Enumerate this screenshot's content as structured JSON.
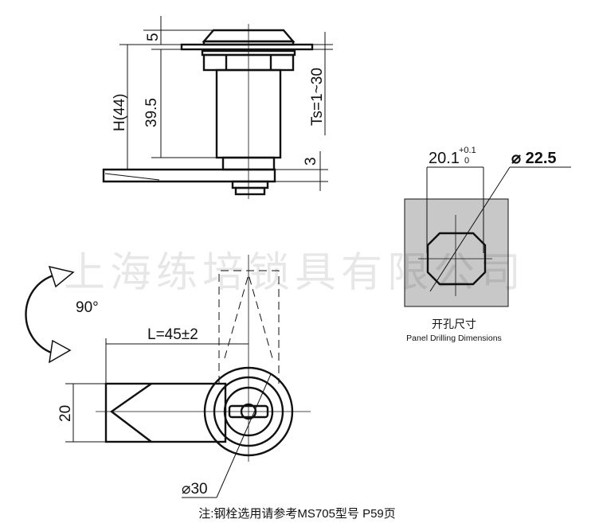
{
  "top_view": {
    "dim_cap": "5",
    "dim_body": "39.5",
    "dim_height": "H(44)",
    "dim_thickness": "Ts=1~30",
    "dim_cam": "3"
  },
  "front_view": {
    "rotation": "90°",
    "length": "L=45±2",
    "width": "20",
    "diameter": "⌀30"
  },
  "panel": {
    "width_dim": "20.1",
    "tol_upper": "+0.1",
    "tol_lower": "0",
    "diameter": "⌀ 22.5",
    "title_cn": "开孔尺寸",
    "title_en": "Panel Drilling Dimensions",
    "fill_color": "#c8c8c8"
  },
  "watermark": "上海练培锁具有限公司",
  "footnote": "注:钢栓选用请参考MS705型号  P59页"
}
